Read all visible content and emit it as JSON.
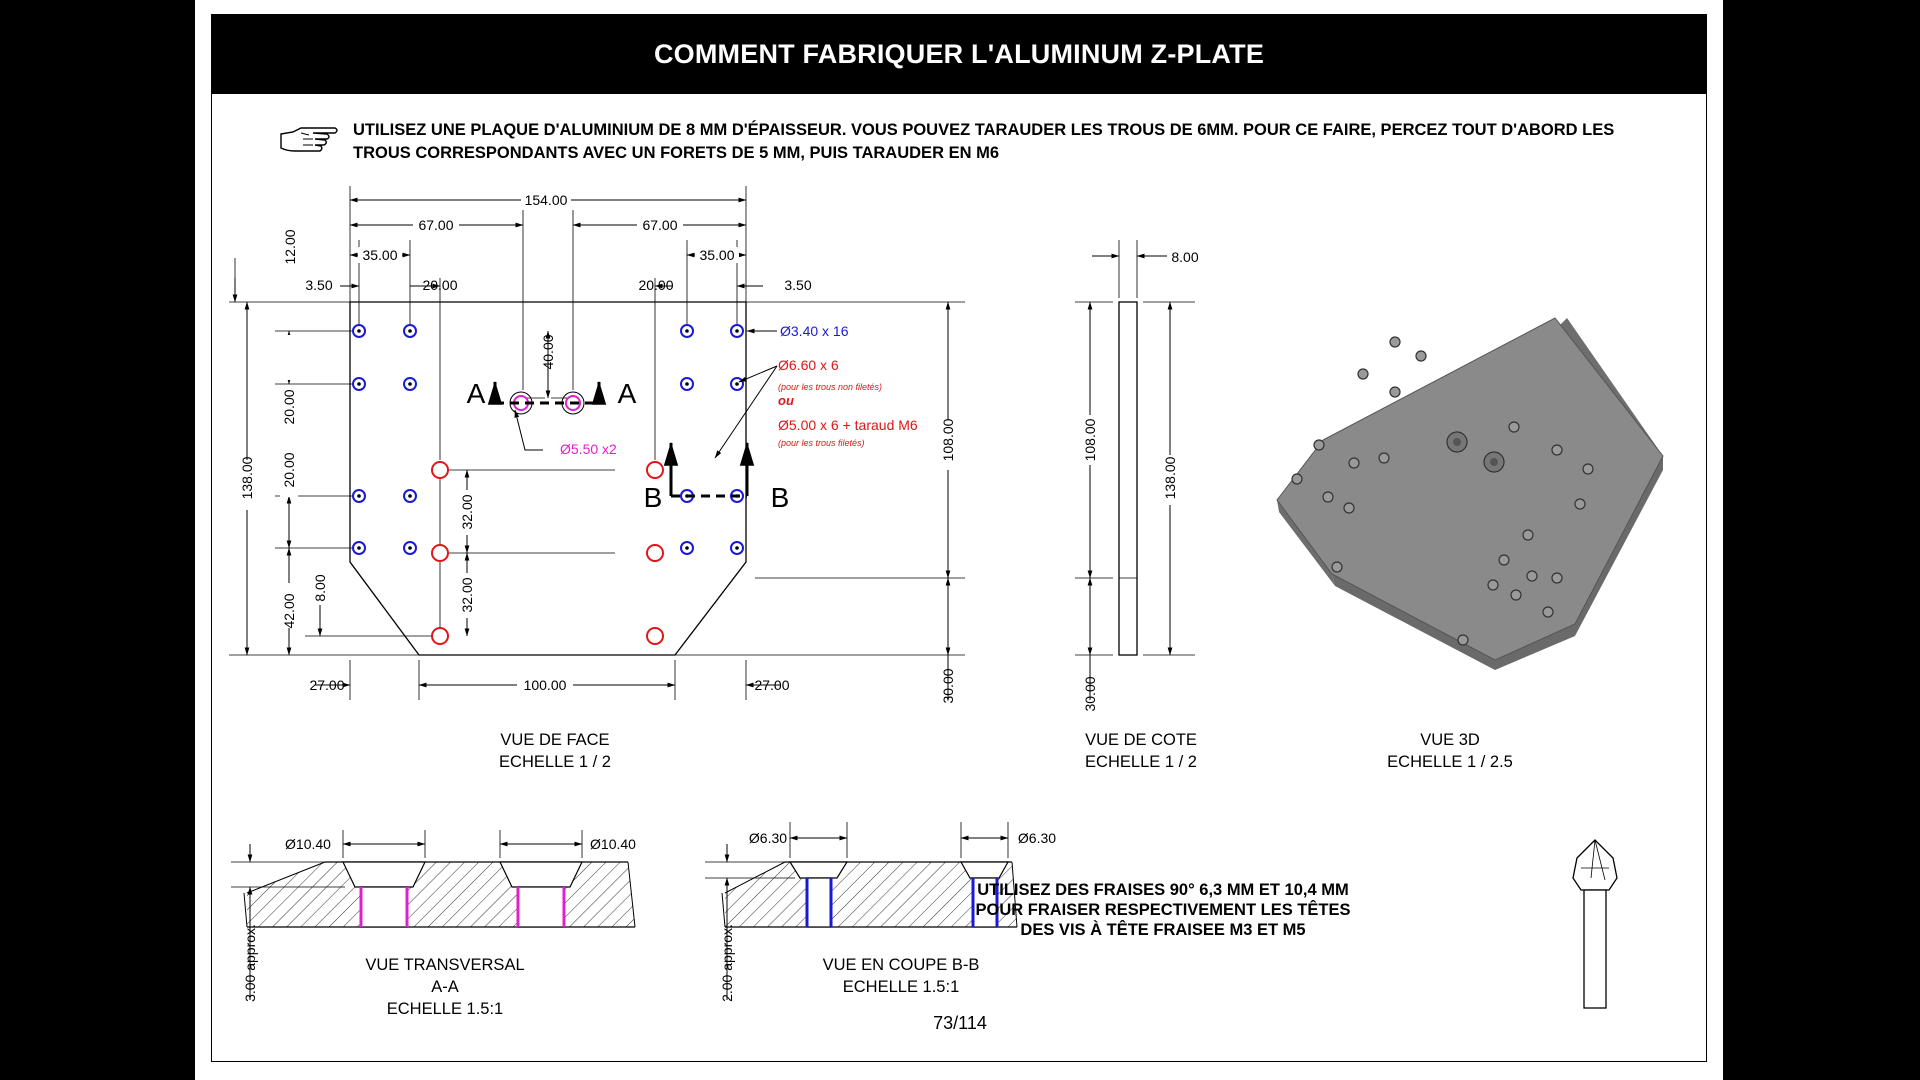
{
  "title": "COMMENT FABRIQUER L'ALUMINUM Z-PLATE",
  "note": "UTILISEZ UNE PLAQUE D'ALUMINIUM DE 8 MM D'ÉPAISSEUR. VOUS POUVEZ TARAUDER LES TROUS DE 6MM. POUR CE FAIRE, PERCEZ TOUT D'ABORD LES TROUS CORRESPONDANTS AVEC UN FORETS DE 5 MM, PUIS TARAUDER EN M6",
  "front": {
    "dims": {
      "d154": "154.00",
      "d67a": "67.00",
      "d67b": "67.00",
      "d35a": "35.00",
      "d35b": "35.00",
      "d20a": "20.00",
      "d20b": "20.00",
      "d35l": "3.50",
      "d35r": "3.50",
      "d12": "12.00",
      "d40": "40.00",
      "d138": "138.00",
      "d108": "108.00",
      "d30": "30.00",
      "d20v1": "20.00",
      "d20v2": "20.00",
      "d42": "42.00",
      "d8": "8.00",
      "d32a": "32.00",
      "d32b": "32.00",
      "d27a": "27.00",
      "d27b": "27.00",
      "d100": "100.00"
    },
    "callouts": {
      "blue": "Ø3.40 x 16",
      "red1": "Ø6.60 x 6",
      "red1_note": "(pour les trous non filetés)",
      "ou": "ou",
      "red2": "Ø5.00 x 6 + taraud M6",
      "red2_note": "(pour les trous filetés)",
      "magenta": "Ø5.50 x2"
    },
    "section_labels": {
      "a_left": "A",
      "a_right": "A",
      "b_left": "B",
      "b_right": "B"
    },
    "caption": [
      "VUE DE FACE",
      "ECHELLE 1 / 2"
    ]
  },
  "side": {
    "dims": {
      "d8": "8.00",
      "d108": "108.00",
      "d138": "138.00",
      "d30": "30.00"
    },
    "caption": [
      "VUE DE COTE",
      "ECHELLE 1 / 2"
    ]
  },
  "view3d": {
    "caption": [
      "VUE 3D",
      "ECHELLE 1 / 2.5"
    ]
  },
  "sectionA": {
    "dims": {
      "dia_left": "Ø10.40",
      "dia_right": "Ø10.40",
      "depth": "3.00 approx."
    },
    "caption": [
      "VUE TRANSVERSAL",
      "A-A",
      "ECHELLE 1.5:1"
    ]
  },
  "sectionB": {
    "dims": {
      "dia_left": "Ø6.30",
      "dia_right": "Ø6.30",
      "depth": "2.00 approx."
    },
    "caption": [
      "VUE EN COUPE B-B",
      "ECHELLE 1.5:1"
    ]
  },
  "fraise_note": "UTILISEZ DES FRAISES 90° 6,3 MM ET 10,4 MM POUR FRAISER RESPECTIVEMENT LES TÊTES DES VIS À TÊTE FRAISEE M3 ET M5",
  "page_number": "73/114",
  "colors": {
    "blue": "#1a1ad6",
    "red": "#e0161a",
    "magenta": "#e020d0",
    "plate3d": "#8a8a8a"
  }
}
